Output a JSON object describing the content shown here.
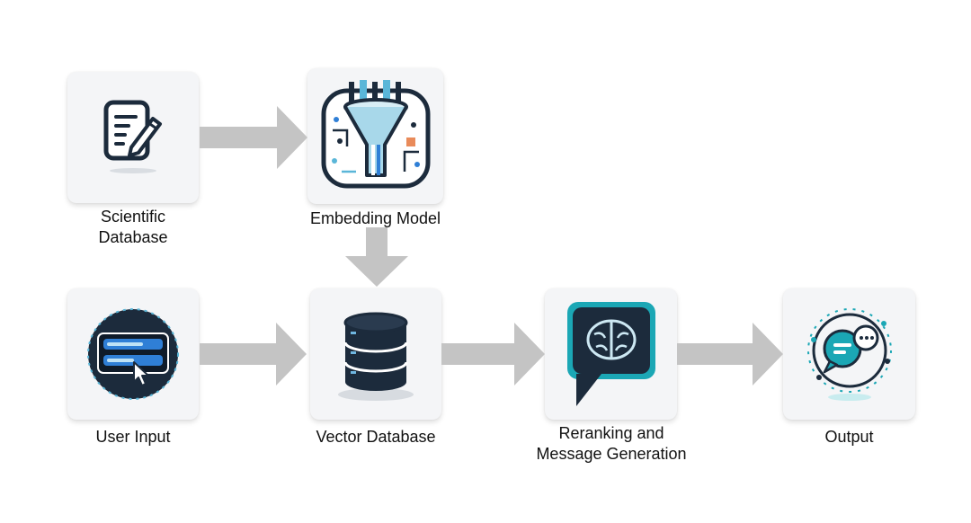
{
  "nodes": {
    "scientific_database": {
      "label": "Scientific\nDatabase",
      "icon": "document-edit-icon"
    },
    "embedding_model": {
      "label": "Embedding Model",
      "icon": "funnel-circuit-icon"
    },
    "user_input": {
      "label": "User Input",
      "icon": "input-form-click-icon"
    },
    "vector_database": {
      "label": "Vector Database",
      "icon": "database-stack-icon"
    },
    "reranking": {
      "label": "Reranking and\nMessage Generation",
      "icon": "brain-chat-icon"
    },
    "output": {
      "label": "Output",
      "icon": "chat-bubbles-icon"
    }
  },
  "edges": [
    {
      "from": "Scientific Database",
      "to": "Embedding Model"
    },
    {
      "from": "Embedding Model",
      "to": "Vector Database"
    },
    {
      "from": "User Input",
      "to": "Vector Database"
    },
    {
      "from": "Vector Database",
      "to": "Reranking and Message Generation"
    },
    {
      "from": "Reranking and Message Generation",
      "to": "Output"
    }
  ],
  "colors": {
    "arrow": "#c4c4c4",
    "card": "#f4f5f7",
    "navy": "#1c2b3c",
    "teal": "#1aa6b3",
    "blue": "#2f7fd6"
  }
}
